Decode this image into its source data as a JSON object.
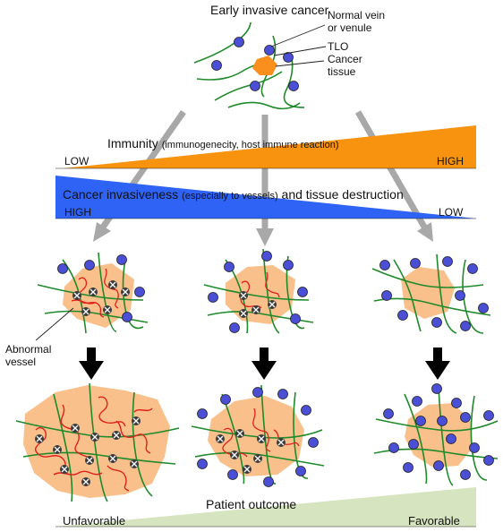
{
  "title": "Early invasive cancer",
  "legend": {
    "normal_vein": "Normal vein",
    "normal_vein_2": "or venule",
    "tlo": "TLO",
    "cancer": "Cancer",
    "cancer_2": "tissue"
  },
  "immunity": {
    "label": "Immunity",
    "detail": "(immunogenecity, host immune reaction)",
    "low": "LOW",
    "high": "HIGH"
  },
  "invasiveness": {
    "label_a": "Cancer invasiveness",
    "detail": "(especially to vessels)",
    "label_b": "and tissue destruction",
    "high": "HIGH",
    "low": "LOW"
  },
  "abnormal_vessel": {
    "line1": "Abnormal",
    "line2": "vessel"
  },
  "outcome": {
    "label": "Patient outcome",
    "unfavorable": "Unfavorable",
    "favorable": "Favorable"
  },
  "colors": {
    "immunity": "#f7930e",
    "invasiveness": "#2e63f5",
    "outcome": "#d6e4c0",
    "cancer": "#f9c08c",
    "cancer_core": "#fb8f1d",
    "vessel": "#1f8a2a",
    "tlo": "#4a4fd6",
    "abnormal": "#e0201c",
    "arrow_gray": "#a8a8a8"
  }
}
